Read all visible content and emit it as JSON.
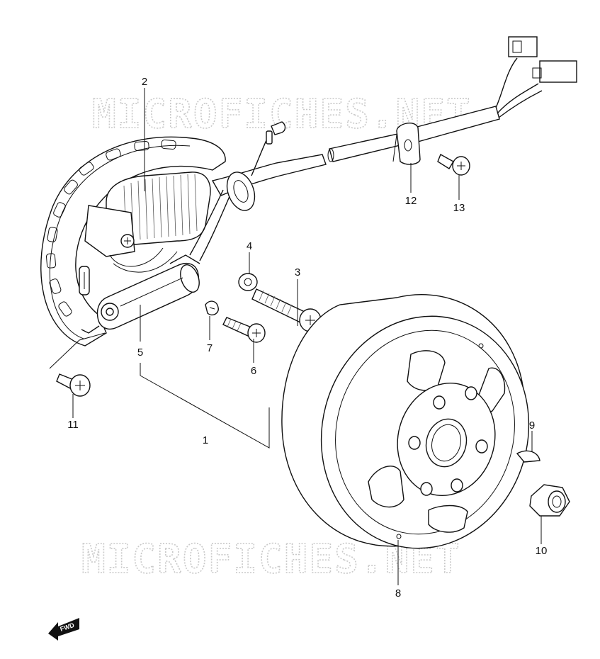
{
  "watermark": {
    "top": "MICROFICHES.NET",
    "bottom": "MICROFICHES.NET"
  },
  "direction_badge": {
    "label": "FWD",
    "icon": "arrow-left-icon"
  },
  "parts": [
    {
      "ref": "1",
      "item": "magneto-assembly"
    },
    {
      "ref": "2",
      "item": "stator-coil"
    },
    {
      "ref": "3",
      "item": "screw"
    },
    {
      "ref": "4",
      "item": "washer"
    },
    {
      "ref": "5",
      "item": "pulser-coil"
    },
    {
      "ref": "6",
      "item": "screw"
    },
    {
      "ref": "7",
      "item": "washer"
    },
    {
      "ref": "8",
      "item": "rotor-flywheel"
    },
    {
      "ref": "9",
      "item": "key"
    },
    {
      "ref": "10",
      "item": "nut"
    },
    {
      "ref": "11",
      "item": "screw"
    },
    {
      "ref": "12",
      "item": "wire-clamp"
    },
    {
      "ref": "13",
      "item": "screw"
    }
  ]
}
